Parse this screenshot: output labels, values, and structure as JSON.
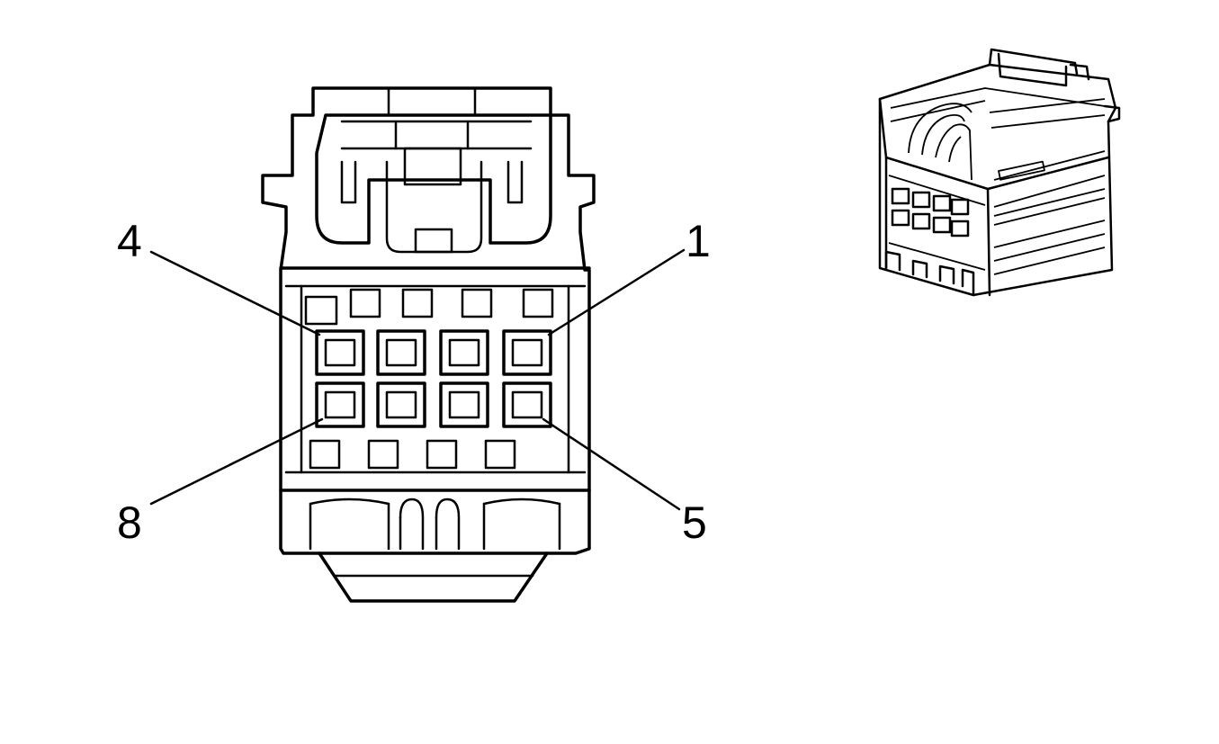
{
  "figure": {
    "labels": {
      "pin_4": "4",
      "pin_1": "1",
      "pin_8": "8",
      "pin_5": "5"
    },
    "line_color": "#000000",
    "background": "#ffffff"
  }
}
